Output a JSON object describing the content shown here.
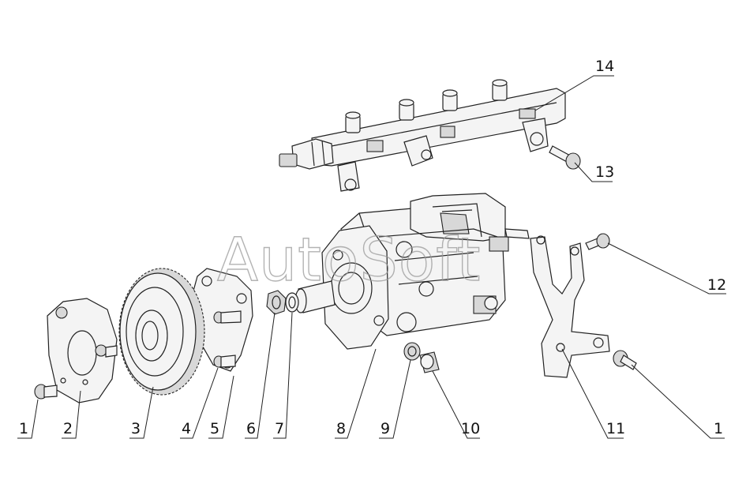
{
  "watermark": "AutoSoft",
  "callouts": {
    "c1a": "1",
    "c2": "2",
    "c3": "3",
    "c4": "4",
    "c5": "5",
    "c6": "6",
    "c7": "7",
    "c8": "8",
    "c9": "9",
    "c10": "10",
    "c11": "11",
    "c1b": "1",
    "c12": "12",
    "c13": "13",
    "c14": "14"
  }
}
